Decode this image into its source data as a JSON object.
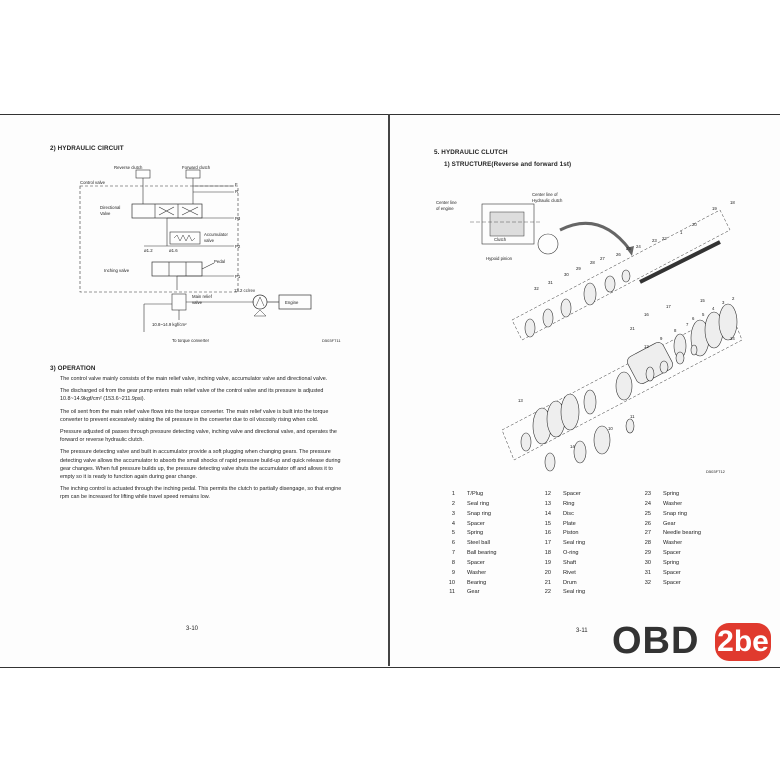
{
  "left_page": {
    "heading_circuit": "2) HYDRAULIC CIRCUIT",
    "diagram": {
      "labels": {
        "reverse_clutch": "Reverse clutch",
        "forward_clutch": "Forward clutch",
        "control_valve": "Control valve",
        "directional_valve_1": "Directional",
        "directional_valve_2": "Valve",
        "accumulator_1": "Accumulator",
        "accumulator_2": "valve",
        "orifice_left": "ø1.2",
        "orifice_right": "ø1.6",
        "pedal": "Pedal",
        "inching_valve": "Inching valve",
        "main_relief_1": "Main relief",
        "main_relief_2": "valve",
        "flow": "13.2 cc/rev",
        "engine": "Engine",
        "pressure": "10.8~14.9 kgf/cm²",
        "to_torque": "To torque converter",
        "port_f": "F",
        "port_r": "R",
        "port_p3": "P3",
        "port_p2": "P2",
        "port_p1": "P1"
      },
      "code": "D503FT11"
    },
    "heading_operation": "3) OPERATION",
    "paragraphs": [
      "The control valve mainly consists of the main relief valve, inching valve, accumulator valve and directional valve.",
      "The discharged oil from the gear pump enters main relief valve of the control valve and its pressure is adjusted 10.8~14.9kgf/cm² (153.6~211.9psi).",
      "The oil sent from the main relief valve flows into the torque converter. The main relief valve is built into the torque converter to prevent excessively raising the oil pressure in the converter due to oil viscosity rising when cold.",
      "Pressure adjusted oil passes through pressure detecting valve, inching valve and directional valve, and operates the forward or reverse hydraulic clutch.",
      "The pressure detecting valve and built in accumulator provide a soft plugging when changing gears. The pressure detecting valve allows the accumulator to absorb the small shocks of rapid pressure build-up and quick release during gear changes. When full pressure builds up, the pressure detecting valve shuts the accumulator off and allows it to empty so it is ready to function again during gear change.",
      "The inching control is actuated through the inching pedal. This permits the clutch to partially disengage, so that engine rpm can be increased for lifting while travel speed remains low."
    ],
    "page_number": "3-10"
  },
  "right_page": {
    "heading": "5. HYDRAULIC CLUTCH",
    "subheading": "1) STRUCTURE(Reverse and forward 1st)",
    "diagram": {
      "labels": {
        "center_engine_1": "Center line",
        "center_engine_2": "of engine",
        "center_clutch_1": "Center line of",
        "center_clutch_2": "Hydraulic clutch",
        "clutch": "Clutch",
        "hypoid": "Hypoid pinion"
      },
      "callouts": [
        "18",
        "19",
        "20",
        "1",
        "22",
        "23",
        "24",
        "25",
        "26",
        "27",
        "28",
        "29",
        "30",
        "31",
        "32",
        "17",
        "16",
        "21",
        "14",
        "13",
        "15",
        "12",
        "11",
        "9",
        "8",
        "7",
        "6",
        "5",
        "4",
        "3",
        "2",
        "10"
      ],
      "code": "D503FT12"
    },
    "parts": [
      {
        "no": "1",
        "name": "T/Plug"
      },
      {
        "no": "2",
        "name": "Seal ring"
      },
      {
        "no": "3",
        "name": "Snap ring"
      },
      {
        "no": "4",
        "name": "Spacer"
      },
      {
        "no": "5",
        "name": "Spring"
      },
      {
        "no": "6",
        "name": "Steel ball"
      },
      {
        "no": "7",
        "name": "Ball bearing"
      },
      {
        "no": "8",
        "name": "Spacer"
      },
      {
        "no": "9",
        "name": "Washer"
      },
      {
        "no": "10",
        "name": "Bearing"
      },
      {
        "no": "11",
        "name": "Gear"
      },
      {
        "no": "12",
        "name": "Spacer"
      },
      {
        "no": "13",
        "name": "Ring"
      },
      {
        "no": "14",
        "name": "Disc"
      },
      {
        "no": "15",
        "name": "Plate"
      },
      {
        "no": "16",
        "name": "Piston"
      },
      {
        "no": "17",
        "name": "Seal ring"
      },
      {
        "no": "18",
        "name": "O-ring"
      },
      {
        "no": "19",
        "name": "Shaft"
      },
      {
        "no": "20",
        "name": "Rivet"
      },
      {
        "no": "21",
        "name": "Drum"
      },
      {
        "no": "22",
        "name": "Seal ring"
      },
      {
        "no": "23",
        "name": "Spring"
      },
      {
        "no": "24",
        "name": "Washer"
      },
      {
        "no": "25",
        "name": "Snap ring"
      },
      {
        "no": "26",
        "name": "Gear"
      },
      {
        "no": "27",
        "name": "Needle bearing"
      },
      {
        "no": "28",
        "name": "Washer"
      },
      {
        "no": "29",
        "name": "Spacer"
      },
      {
        "no": "30",
        "name": "Spring"
      },
      {
        "no": "31",
        "name": "Spacer"
      },
      {
        "no": "32",
        "name": "Spacer"
      }
    ],
    "page_number": "3-11"
  },
  "watermark": {
    "text": "OBD",
    "badge": "2be"
  }
}
